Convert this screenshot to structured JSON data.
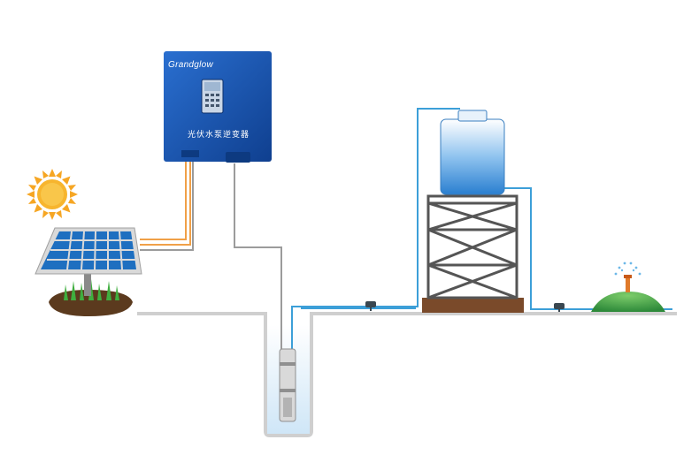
{
  "inverter": {
    "brand": "Grandglow",
    "label": "光伏水泵逆变器"
  },
  "colors": {
    "sun": "#f6a623",
    "panel": "#1e6fc0",
    "inverter": "#1552a8",
    "water_line": "#3c9fd8",
    "power_line_orange": "#f0a048",
    "power_line_gray": "#9b9b9b",
    "ground": "#cfcfcf",
    "tank": "#4d9de0",
    "mound": "#3f9b45"
  },
  "icons": [
    "sun-icon",
    "solar-panel",
    "inverter-box",
    "submersible-pump",
    "water-tower",
    "valve-icon",
    "sprinkler-icon"
  ]
}
